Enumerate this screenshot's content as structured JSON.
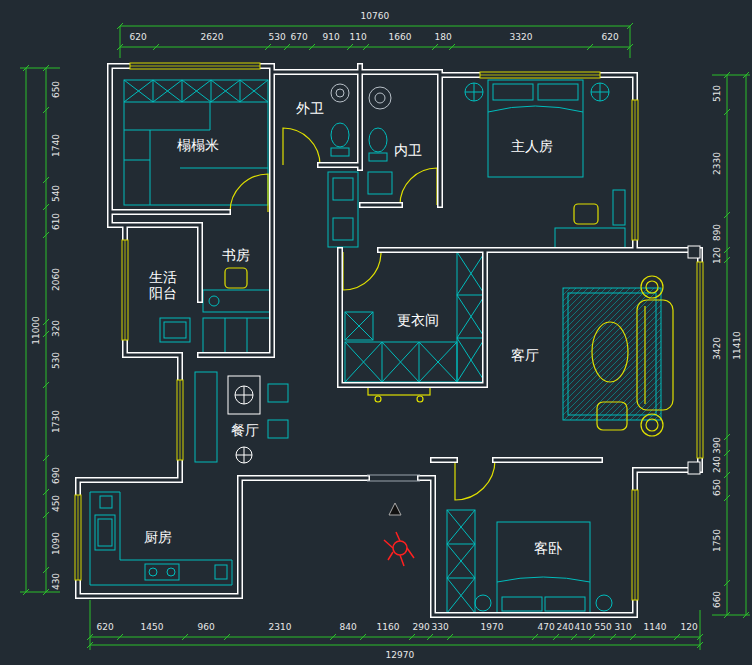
{
  "diagram": {
    "nodes": [
      {
        "text": [
          "榻榻米"
        ]
      },
      {
        "text": [
          "外卫"
        ]
      },
      {
        "text": [
          "内卫"
        ]
      },
      {
        "text": [
          "主人房"
        ]
      },
      {
        "text": [
          "书房"
        ]
      },
      {
        "text": [
          "生活阳台"
        ]
      },
      {
        "text": [
          "更衣间"
        ]
      },
      {
        "text": [
          "客厅"
        ]
      },
      {
        "text": [
          "餐厅"
        ]
      },
      {
        "text": [
          "厨房"
        ]
      },
      {
        "text": [
          "客卧"
        ]
      }
    ],
    "labels": [
      "10760",
      "620",
      "2620",
      "530",
      "670",
      "910",
      "110",
      "1660",
      "180",
      "3320",
      "620",
      "11000",
      "650",
      "1740",
      "540",
      "610",
      "2060",
      "320",
      "530",
      "1730",
      "690",
      "450",
      "1090",
      "430",
      "11410",
      "510",
      "2330",
      "890",
      "120",
      "3420",
      "390",
      "240",
      "650",
      "1750",
      "660",
      "12970",
      "620",
      "1450",
      "960",
      "2310",
      "840",
      "1160",
      "290",
      "330",
      "1970",
      "470",
      "240",
      "410",
      "550",
      "310",
      "1140",
      "120"
    ]
  }
}
